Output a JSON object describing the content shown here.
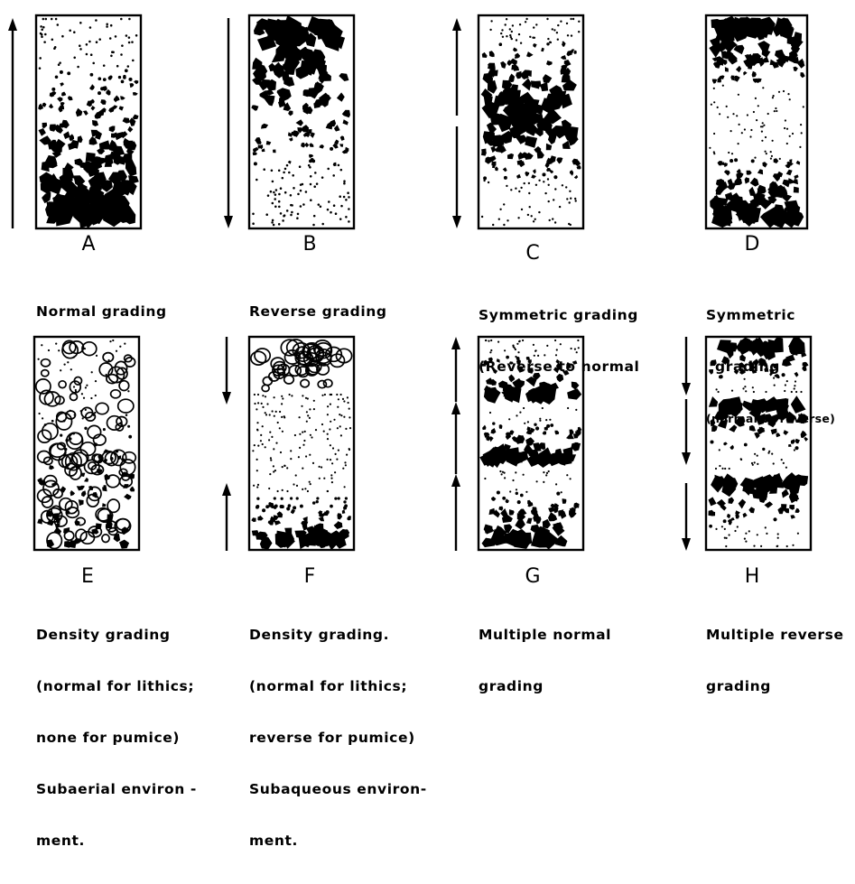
{
  "panels": [
    {
      "id": "A",
      "letter": "A",
      "caption": [
        "Normal grading"
      ],
      "small": [],
      "arrows": [
        "up"
      ]
    },
    {
      "id": "B",
      "letter": "B",
      "caption": [
        "Reverse grading"
      ],
      "small": [],
      "arrows": [
        "down"
      ]
    },
    {
      "id": "C",
      "letter": "C",
      "caption": [
        "Symmetric grading",
        "(Reverse to normal"
      ],
      "small": [],
      "arrows": [
        "up",
        "down"
      ]
    },
    {
      "id": "D",
      "letter": "D",
      "caption": [
        "Symmetric",
        "grading"
      ],
      "small": [
        "(normal to reverse)"
      ],
      "arrows": []
    },
    {
      "id": "E",
      "letter": "E",
      "caption": [
        "Density grading",
        "(normal for lithics;",
        "none for pumice)",
        "Subaerial environ -",
        "ment."
      ],
      "small": [],
      "arrows": []
    },
    {
      "id": "F",
      "letter": "F",
      "caption": [
        "Density grading.",
        "(normal for lithics;",
        "reverse for pumice)",
        "Subaqueous environ-",
        "ment."
      ],
      "small": [],
      "arrows": [
        "down",
        "up"
      ]
    },
    {
      "id": "G",
      "letter": "G",
      "caption": [
        "Multiple normal",
        "grading"
      ],
      "small": [],
      "arrows": [
        "up",
        "up",
        "up"
      ]
    },
    {
      "id": "H",
      "letter": "H",
      "caption": [
        "Multiple reverse",
        "grading"
      ],
      "small": [],
      "arrows": [
        "down",
        "down",
        "down"
      ]
    }
  ]
}
